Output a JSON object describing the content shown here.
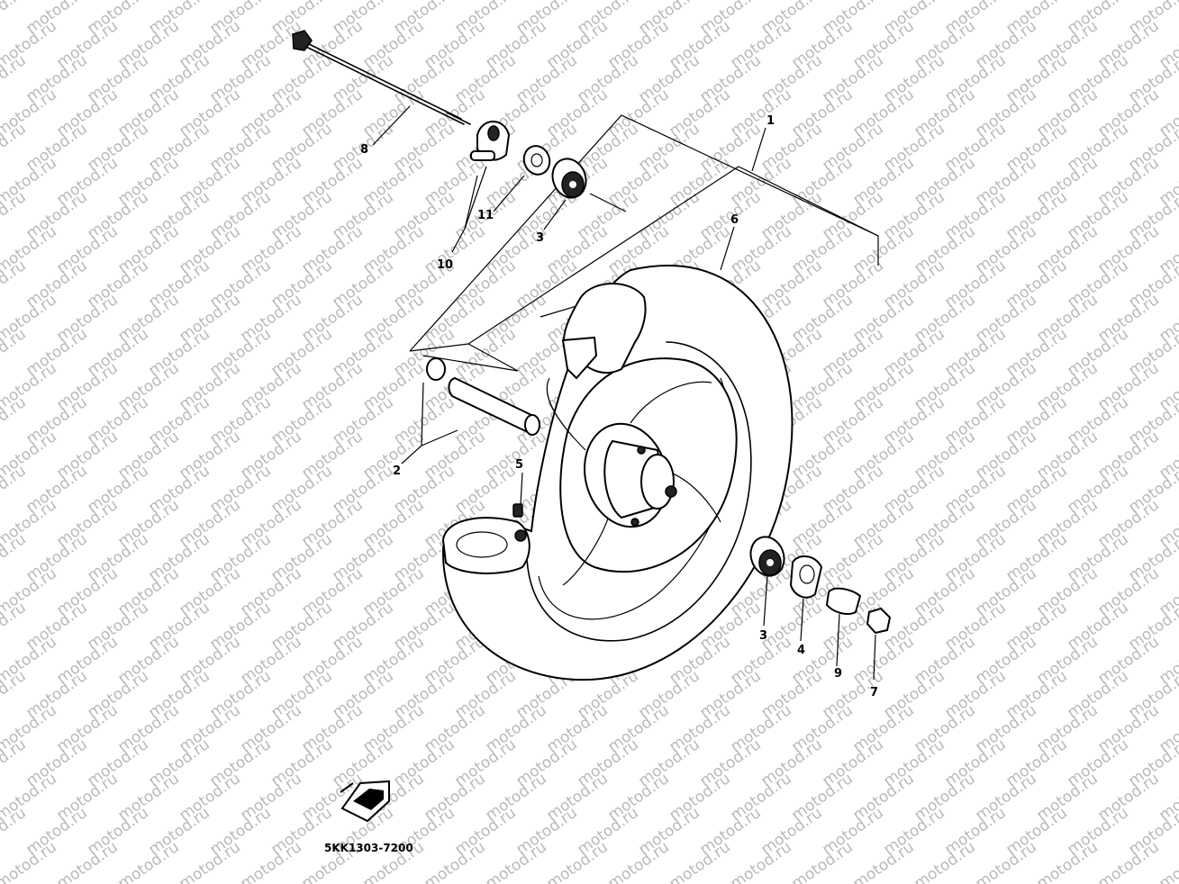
{
  "watermark": "motod.ru",
  "diagram_code": "5KK1303-7200",
  "callouts": {
    "c1": "1",
    "c2": "2",
    "c3a": "3",
    "c3b": "3",
    "c4": "4",
    "c5": "5",
    "c6": "6",
    "c7": "7",
    "c8": "8",
    "c9": "9",
    "c10": "10",
    "c11": "11"
  },
  "front_badge_icon": "front-arrow-icon"
}
